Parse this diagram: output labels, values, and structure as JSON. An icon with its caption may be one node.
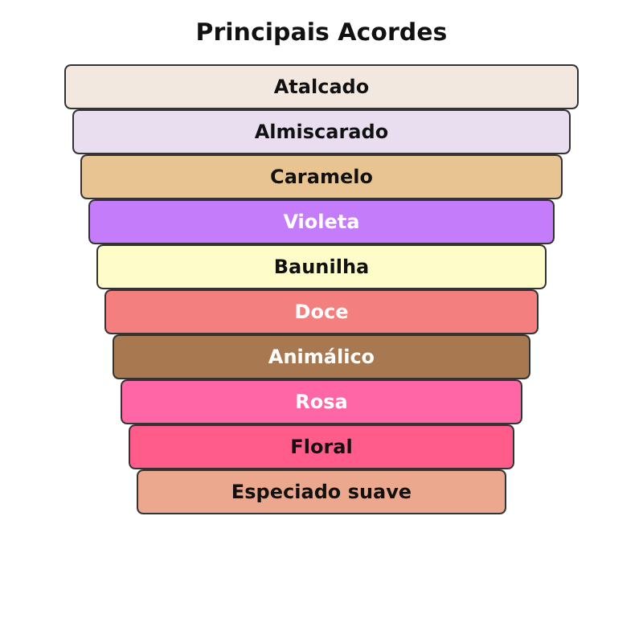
{
  "diagram": {
    "title": "Principais Acordes",
    "nodes": [
      {
        "text": [
          "Atalcado"
        ]
      },
      {
        "text": [
          "Almiscarado"
        ]
      },
      {
        "text": [
          "Caramelo"
        ]
      },
      {
        "text": [
          "Violeta"
        ]
      },
      {
        "text": [
          "Baunilha"
        ]
      },
      {
        "text": [
          "Doce"
        ]
      },
      {
        "text": [
          "Animálico"
        ]
      },
      {
        "text": [
          "Rosa"
        ]
      },
      {
        "text": [
          "Floral"
        ]
      },
      {
        "text": [
          "Especiado suave"
        ]
      }
    ]
  }
}
